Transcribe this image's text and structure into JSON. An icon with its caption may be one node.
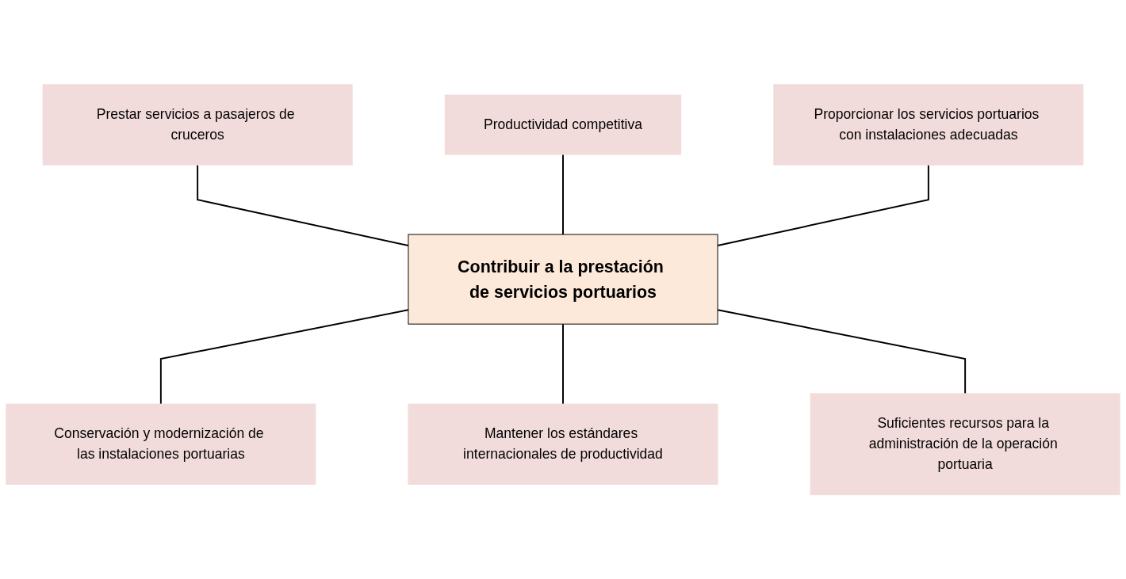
{
  "diagram": {
    "nodes": [
      {
        "text": [
          "Prestar servicios a pasajeros de cruceros"
        ]
      },
      {
        "text": [
          "Productividad competitiva"
        ]
      },
      {
        "text": [
          "Proporcionar los servicios portuarios con instalaciones adecuadas"
        ]
      },
      {
        "text": [
          "Contribuir a la prestación de servicios portuarios"
        ]
      },
      {
        "text": [
          "Conservación y modernización de las instalaciones portuarias"
        ]
      },
      {
        "text": [
          "Mantener los estándares internacionales de productividad"
        ]
      },
      {
        "text": [
          "Suficientes recursos para la administración de la operación portuaria"
        ]
      }
    ],
    "edges": [
      {
        "from": 0,
        "to": 3,
        "arrow": "none"
      },
      {
        "from": 1,
        "to": 3,
        "arrow": "none"
      },
      {
        "from": 2,
        "to": 3,
        "arrow": "none"
      },
      {
        "from": 3,
        "to": 4,
        "arrow": "none"
      },
      {
        "from": 3,
        "to": 5,
        "arrow": "none"
      },
      {
        "from": 3,
        "to": 6,
        "arrow": "none"
      }
    ]
  }
}
